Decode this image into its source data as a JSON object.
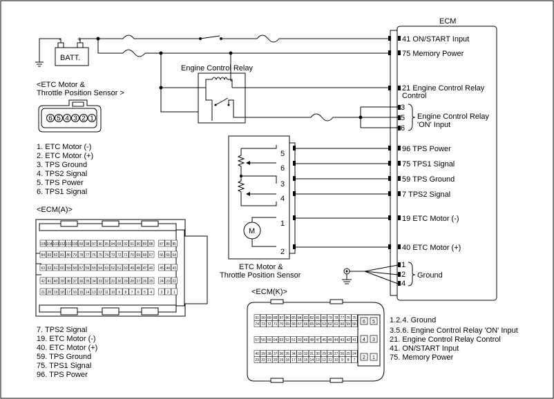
{
  "ecm": {
    "title": "ECM",
    "pins": [
      {
        "num": "41",
        "label": "ON/START Input"
      },
      {
        "num": "75",
        "label": "Memory Power"
      },
      {
        "num": "21",
        "label": "Engine Control Relay",
        "label2": "Control"
      },
      {
        "num": "96",
        "label": "TPS Power"
      },
      {
        "num": "75",
        "label": "TPS1 Signal"
      },
      {
        "num": "59",
        "label": "TPS Ground"
      },
      {
        "num": "7",
        "label": "TPS2 Signal"
      },
      {
        "num": "19",
        "label": "ETC Motor (-)"
      },
      {
        "num": "40",
        "label": "ETC Motor (+)"
      }
    ],
    "relay_on_pins": [
      "3",
      "5",
      "6"
    ],
    "relay_on_label": [
      "Engine Control Relay",
      "'ON' Input"
    ],
    "ground_pins": [
      "1",
      "2",
      "4"
    ],
    "ground_label": "Ground"
  },
  "battery": {
    "label": "BATT.",
    "minus": "-",
    "plus": "+"
  },
  "relay": {
    "label": "Engine Control Relay"
  },
  "sensor": {
    "label_top": [
      "<ETC Motor &",
      "Throttle Position Sensor  >"
    ],
    "connector_pins": [
      "6",
      "5",
      "4",
      "3",
      "2",
      "1"
    ],
    "pin_list": [
      "1. ETC Motor (-)",
      "2. ETC Motor (+)",
      "3. TPS Ground",
      "4. TPS2 Signal",
      "5. TPS Power",
      "6. TPS1 Signal"
    ],
    "box_pins": [
      "5",
      "6",
      "3",
      "4",
      "1",
      "2"
    ],
    "motor": "M",
    "label_bottom": [
      "ETC Motor &",
      "Throttle Position Sensor"
    ]
  },
  "ecm_a": {
    "title": "<ECM(A)>",
    "rows": [
      [
        "105",
        "104",
        "103",
        "102",
        "101",
        "100",
        "99",
        "98",
        "97",
        "96",
        "95",
        "94",
        "93",
        "92",
        "91",
        "90",
        "89",
        "88",
        "87",
        "86",
        "85"
      ],
      [
        "84",
        "83",
        "82",
        "81",
        "80",
        "79",
        "78",
        "77",
        "76",
        "75",
        "74",
        "73",
        "72",
        "71",
        "70",
        "69",
        "68",
        "67",
        "66",
        "65",
        "64"
      ],
      [
        "63",
        "62",
        "61",
        "60",
        "59",
        "58",
        "57",
        "56",
        "55",
        "54",
        "53",
        "52",
        "51",
        "50",
        "49",
        "48",
        "47",
        "46",
        "45",
        "44",
        "43"
      ],
      [
        "42",
        "41",
        "40",
        "39",
        "38",
        "37",
        "36",
        "35",
        "34",
        "33",
        "32",
        "31",
        "30",
        "29",
        "28",
        "27",
        "26",
        "25",
        "24",
        "23",
        "22"
      ],
      [
        "21",
        "20",
        "19",
        "18",
        "17",
        "16",
        "15",
        "14",
        "13",
        "12",
        "11",
        "10",
        "9",
        "8",
        "7",
        "6",
        "5",
        "4",
        "3",
        "2",
        "1"
      ]
    ],
    "pin_list": [
      "7. TPS2 Signal",
      "19. ETC Motor (-)",
      "40. ETC Motor (+)",
      "59. TPS Ground",
      "75. TPS1 Signal",
      "96. TPS Power"
    ]
  },
  "ecm_k": {
    "title": "<ECM(K)>",
    "rows": [
      [
        "91",
        "90",
        "89",
        "88",
        "87",
        "86",
        "85",
        "84",
        "83",
        "82",
        "81",
        "80",
        "79",
        "78",
        "77",
        "76",
        "75"
      ],
      [
        "74",
        "73",
        "72",
        "71",
        "70",
        "69",
        "68",
        "67",
        "66",
        "65",
        "64",
        "63",
        "62",
        "61",
        "60",
        "59",
        "58"
      ],
      [
        "57",
        "56",
        "55",
        "54",
        "53",
        "52",
        "51",
        "50",
        "49",
        "48",
        "47",
        "46",
        "45",
        "44",
        "43",
        "42",
        "41"
      ],
      [
        "40",
        "39",
        "38",
        "37",
        "36",
        "35",
        "34",
        "33",
        "32",
        "31",
        "30",
        "29",
        "28",
        "27",
        "26",
        "25",
        "24"
      ],
      [
        "23",
        "22",
        "21",
        "20",
        "19",
        "18",
        "17",
        "16",
        "15",
        "14",
        "13",
        "12",
        "11",
        "10",
        "9",
        "8",
        "7"
      ]
    ],
    "side_pins": [
      [
        "6",
        "5"
      ],
      [
        "4",
        "3"
      ],
      [
        "2",
        "1"
      ]
    ],
    "pin_list": [
      "1.2.4. Ground",
      "3.5.6. Engine Control Relay 'ON' Input",
      "21. Engine Control Relay Control",
      "41. ON/START Input",
      "75. Memory Power"
    ]
  }
}
